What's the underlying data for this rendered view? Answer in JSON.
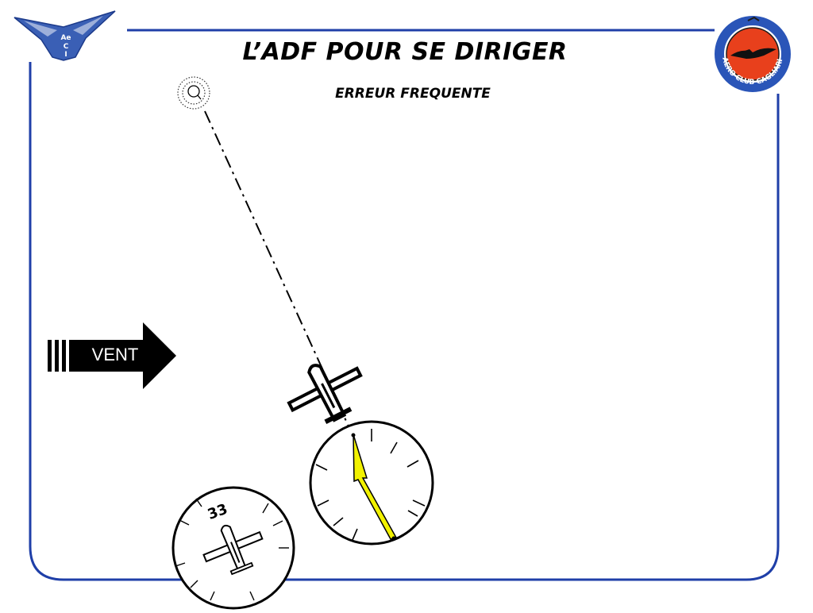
{
  "slide": {
    "title": "L’ADF POUR SE DIRIGER",
    "subtitle": "ERREUR FREQUENTE"
  },
  "logos": {
    "left_letters": [
      "Ae",
      "C",
      "I"
    ],
    "right_text": "AERO CLUB CAGLIARI"
  },
  "wind": {
    "label": "VENT",
    "direction": "left-to-right"
  },
  "heading_indicator": {
    "heading_label": "33"
  },
  "colors": {
    "frame": "#1f3fa8",
    "adf_needle": "#f2f200",
    "logo_red": "#e8401c",
    "logo_blue": "#2a55b8",
    "wind_arrow": "#000000"
  },
  "icons": [
    "ndb-beacon-icon",
    "airplane-icon",
    "wind-arrow-icon",
    "adf-dial-icon",
    "heading-indicator-icon"
  ]
}
